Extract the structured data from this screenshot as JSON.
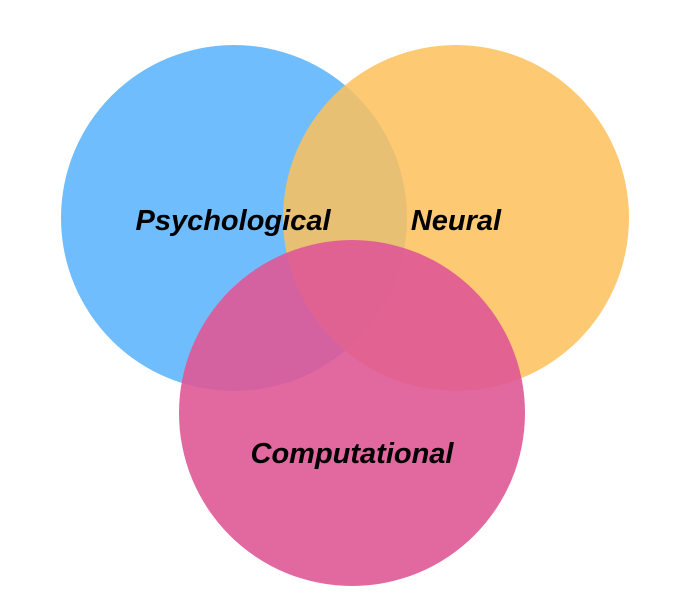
{
  "diagram": {
    "type": "venn",
    "sets": [
      {
        "label": "Psychological",
        "color": "#5fb6fc"
      },
      {
        "label": "Neural",
        "color": "#fdc15b"
      },
      {
        "label": "Computational",
        "color": "#df5896"
      }
    ]
  }
}
